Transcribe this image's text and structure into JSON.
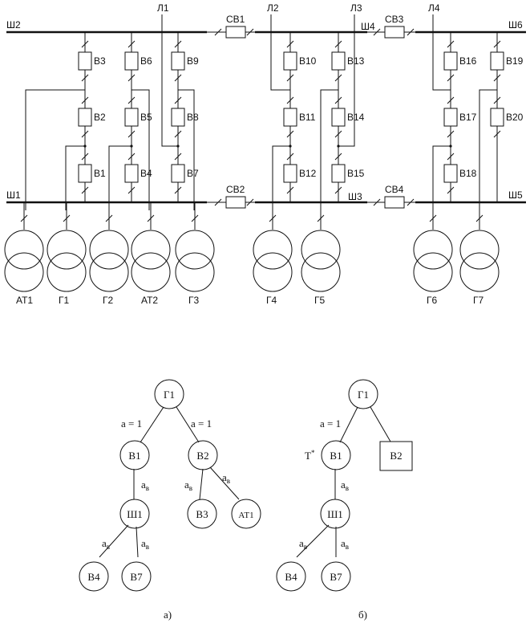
{
  "buses": {
    "sh1": "Ш1",
    "sh2": "Ш2",
    "sh3": "Ш3",
    "sh4": "Ш4",
    "sh5": "Ш5",
    "sh6": "Ш6"
  },
  "lines": {
    "l1": "Л1",
    "l2": "Л2",
    "l3": "Л3",
    "l4": "Л4"
  },
  "section_breakers": {
    "sv1": "СВ1",
    "sv2": "СВ2",
    "sv3": "СВ3",
    "sv4": "СВ4"
  },
  "breakers": {
    "b1": "В1",
    "b2": "В2",
    "b3": "В3",
    "b4": "В4",
    "b5": "В5",
    "b6": "В6",
    "b7": "В7",
    "b8": "В8",
    "b9": "В9",
    "b10": "В10",
    "b11": "В11",
    "b12": "В12",
    "b13": "В13",
    "b14": "В14",
    "b15": "В15",
    "b16": "В16",
    "b17": "В17",
    "b18": "В18",
    "b19": "В19",
    "b20": "В20"
  },
  "transformers": {
    "at1": "АТ1",
    "g1": "Г1",
    "g2": "Г2",
    "at2": "АТ2",
    "g3": "Г3",
    "g4": "Г4",
    "g5": "Г5",
    "g6": "Г6",
    "g7": "Г7"
  },
  "tree_a": {
    "root": "Г1",
    "n_b1": "В1",
    "n_b2": "В2",
    "n_sh1": "Ш1",
    "n_b3": "В3",
    "n_at1": "АТ1",
    "n_b4": "В4",
    "n_b7": "В7",
    "edge_left": "a = 1",
    "edge_right": "a = 1",
    "edge_av": "a",
    "edge_av_sub": "в",
    "caption": "а)"
  },
  "tree_b": {
    "root": "Г1",
    "n_b1": "В1",
    "n_b2": "В2",
    "n_sh1": "Ш1",
    "n_b4": "В4",
    "n_b7": "В7",
    "edge_left": "a = 1",
    "t_mark": "T",
    "t_sup": "*",
    "edge_av": "a",
    "edge_av_sub": "в",
    "caption": "б)"
  }
}
